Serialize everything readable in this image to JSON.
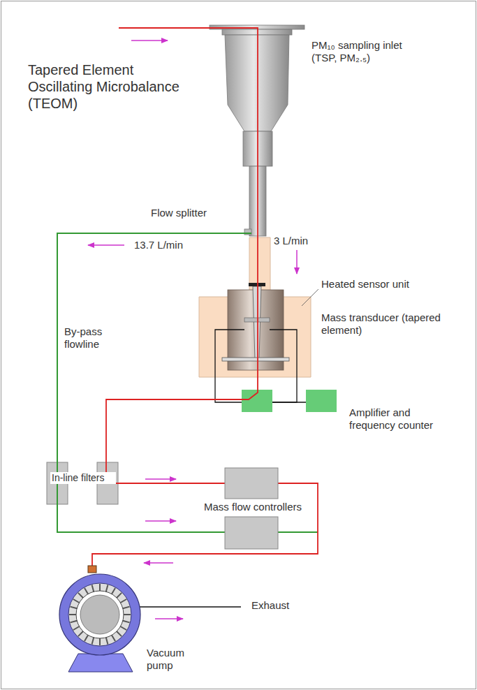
{
  "diagram": {
    "title": "Tapered Element Oscillating Microbalance (TEOM)",
    "labels": [
      "PM₁₀ sampling inlet (TSP, PM₂.₅)",
      "Flow splitter",
      "13.7 L/min",
      "3 L/min",
      "Heated sensor unit",
      "Mass transducer (tapered element)",
      "Amplifier and frequency counter",
      "By-pass flowline",
      "In-line filters",
      "Mass flow controllers",
      "Exhaust",
      "Vacuum pump"
    ]
  }
}
